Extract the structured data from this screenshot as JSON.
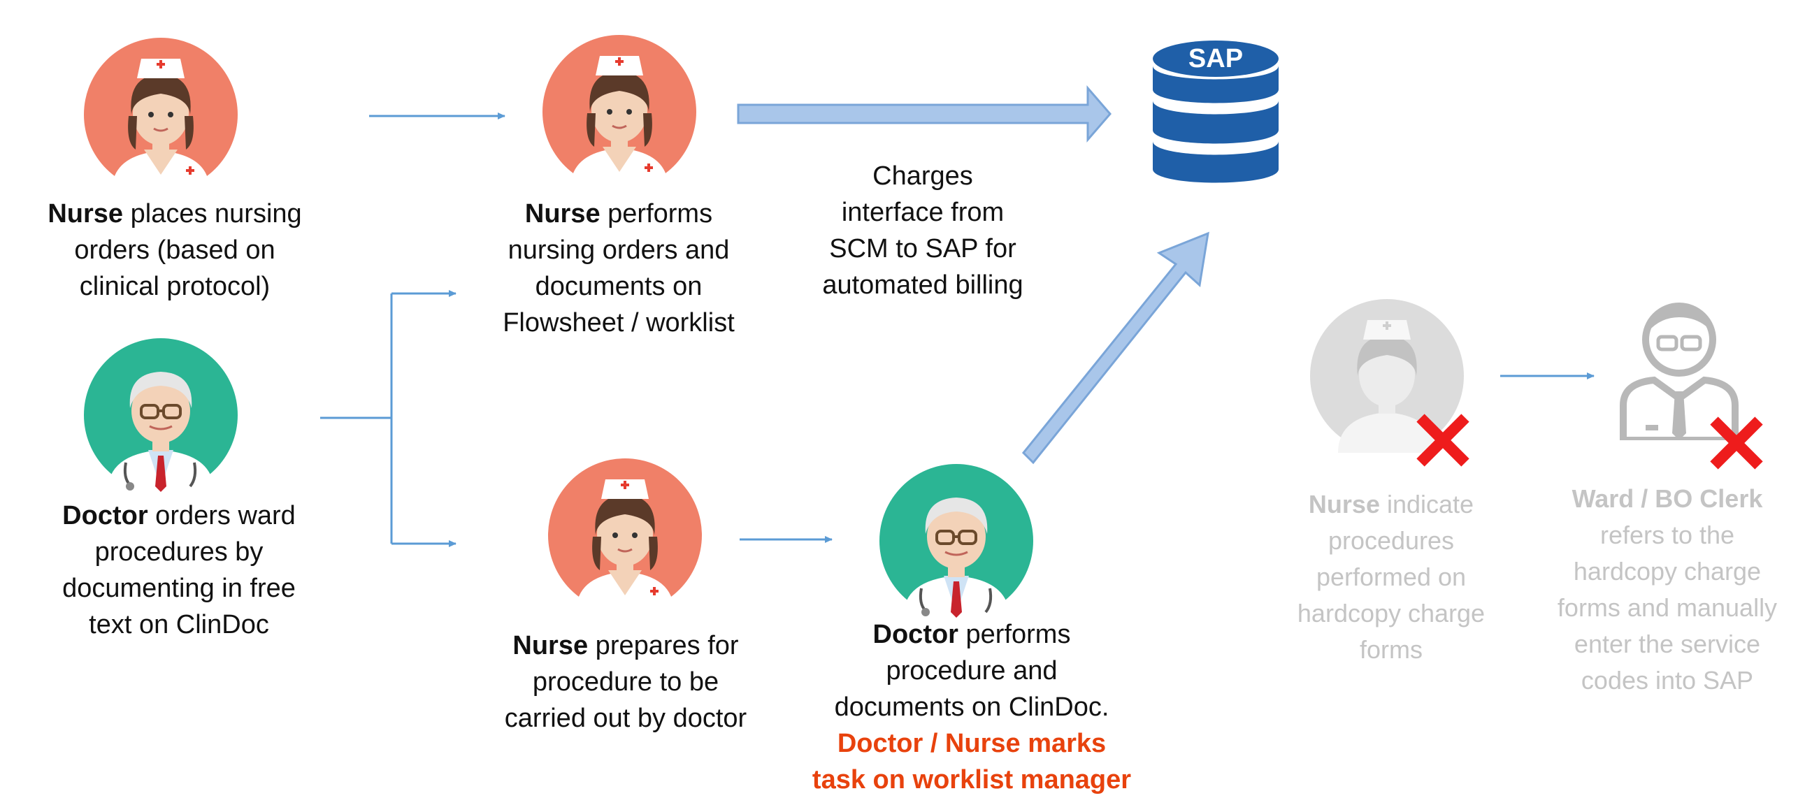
{
  "nodes": {
    "nurse_orders": {
      "role": "Nurse",
      "lines": [
        " places nursing",
        "orders (based on",
        "clinical protocol)"
      ]
    },
    "doctor_orders": {
      "role": "Doctor",
      "lines": [
        " orders ward",
        "procedures by",
        "documenting in free",
        "text on ClinDoc"
      ]
    },
    "nurse_performs": {
      "role": "Nurse",
      "lines": [
        " performs",
        "nursing orders and",
        "documents on",
        "Flowsheet / worklist"
      ]
    },
    "nurse_prepares": {
      "role": "Nurse",
      "lines": [
        " prepares for",
        "procedure to be",
        "carried out by doctor"
      ]
    },
    "doctor_performs": {
      "role": "Doctor",
      "lines": [
        " performs",
        "procedure and",
        "documents on ClinDoc."
      ],
      "highlight_bold": "Doctor / Nurse",
      "highlight_rest": " marks",
      "highlight_last": "task on worklist manager"
    },
    "charges": {
      "lines": [
        "Charges",
        "interface from",
        "SCM to SAP for",
        "automated billing"
      ]
    },
    "sap": {
      "label": "SAP"
    },
    "old_nurse": {
      "role": "Nurse",
      "lines": [
        " indicate",
        "procedures",
        "performed on",
        "hardcopy charge",
        "forms"
      ]
    },
    "old_clerk": {
      "role": "Ward / BO Clerk",
      "lines": [
        "refers to the",
        "hardcopy charge",
        "forms and manually",
        "enter the service",
        "codes into SAP"
      ]
    }
  },
  "colors": {
    "nurse_circle": "#f08068",
    "doctor_circle": "#2bb594",
    "arrow": "#5b9bd5",
    "big_arrow_fill": "#a9c6ea",
    "big_arrow_stroke": "#7aa5d8",
    "sap_db": "#1f5fa8",
    "faded": "#c4c4c4",
    "highlight": "#e8420d",
    "cross": "#ee1c1c"
  },
  "icons": {
    "nurse": "nurse-avatar-icon",
    "doctor": "doctor-avatar-icon",
    "database": "database-icon",
    "clerk": "clerk-avatar-icon",
    "cross": "red-x-icon"
  }
}
